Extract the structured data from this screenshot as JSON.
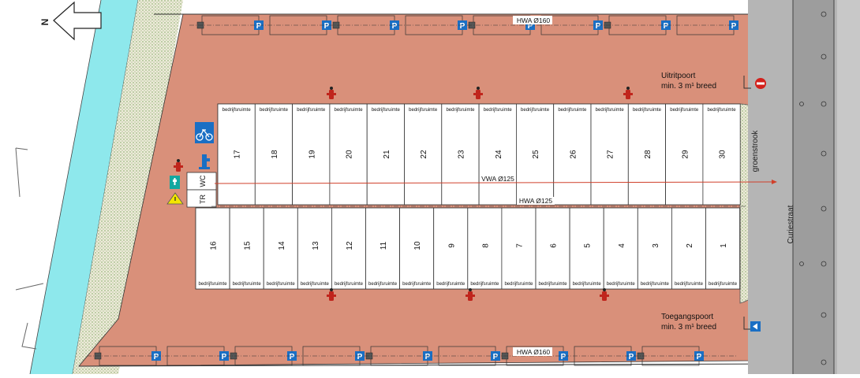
{
  "north_label": "N",
  "street": {
    "name": "Curiestraat"
  },
  "green_strip": {
    "label": "groenstrook"
  },
  "exit_gate": {
    "title": "Uitritpoort",
    "note": "min. 3 m¹ breed"
  },
  "entry_gate": {
    "title": "Toegangspoort",
    "note": "min. 3 m¹ breed"
  },
  "utility_rooms": {
    "wc": "WC",
    "tr": "TR"
  },
  "pipes": {
    "hwa_top": "HWA Ø160",
    "hwa_bottom": "HWA Ø160",
    "hwa_middle": "HWA Ø125",
    "vwa": "VWA Ø125"
  },
  "parking_symbol": "P",
  "units": {
    "room_label": "bedrijfsruimte",
    "top_row": [
      "17",
      "18",
      "19",
      "20",
      "21",
      "22",
      "23",
      "24",
      "25",
      "26",
      "27",
      "28",
      "29",
      "30"
    ],
    "bottom_row": [
      "16",
      "15",
      "14",
      "13",
      "12",
      "11",
      "10",
      "9",
      "8",
      "7",
      "6",
      "5",
      "4",
      "3",
      "2",
      "1"
    ]
  },
  "colors": {
    "site": "#d9907a",
    "water": "#8ee8ec",
    "road": "#a9a9a9",
    "green": "#ecebd9",
    "sign_blue": "#1a6fc4",
    "hydrant_red": "#c0251c",
    "pipe_red": "#d0402b"
  },
  "icons": {
    "bicycle": "bicycle-icon",
    "hydrant": "fire-hydrant-icon",
    "first_aid": "first-aid-icon",
    "warning": "warning-triangle-icon",
    "no_entry": "no-entry-icon",
    "entry_arrow": "entry-arrow-icon"
  }
}
